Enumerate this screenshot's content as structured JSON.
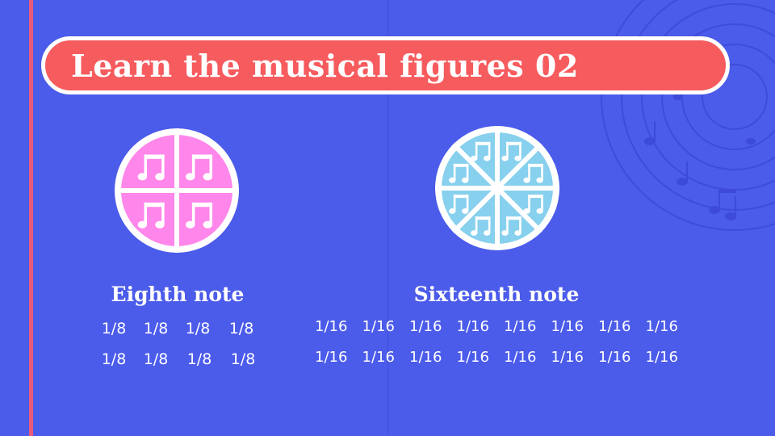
{
  "title": "Learn the musical figures 02",
  "colors": {
    "background": "#4b5bea",
    "title_bar": "#f65b5e",
    "eighth_fill": "#ff86ea",
    "sixteenth_fill": "#87d0ee",
    "accent_line": "#e85a7a"
  },
  "eighth": {
    "label": "Eighth note",
    "segments": 4,
    "icon": "eighth-notes-icon",
    "rows": [
      [
        "1/8",
        "1/8",
        "1/8",
        "1/8"
      ],
      [
        "1/8",
        "1/8",
        "1/8",
        "1/8"
      ]
    ]
  },
  "sixteenth": {
    "label": "Sixteenth note",
    "segments": 8,
    "icon": "sixteenth-notes-icon",
    "rows": [
      [
        "1/16",
        "1/16",
        "1/16",
        "1/16",
        "1/16",
        "1/16",
        "1/16",
        "1/16"
      ],
      [
        "1/16",
        "1/16",
        "1/16",
        "1/16",
        "1/16",
        "1/16",
        "1/16",
        "1/16"
      ]
    ]
  }
}
